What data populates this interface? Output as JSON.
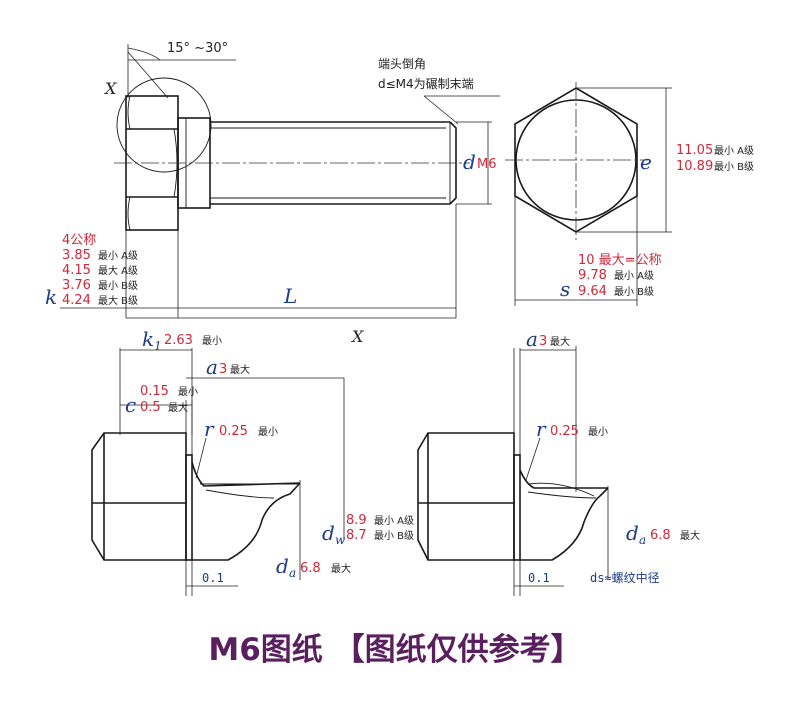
{
  "title": "M6图纸  【图纸仅供参考】",
  "top_view": {
    "angle_label": "15° ~30°",
    "detail_marker": "X",
    "note_line1": "端头倒角",
    "note_line2": "d≤M4为碾制末端",
    "d_symbol": "d",
    "d_value": "M6",
    "e_symbol": "e",
    "e_a_value": "11.05",
    "e_a_grade": "最小 A级",
    "e_b_value": "10.89",
    "e_b_grade": "最小 B级",
    "k_symbol": "k",
    "k_nominal": "4公称",
    "k_rows": [
      {
        "value": "3.85",
        "grade": "最小 A级"
      },
      {
        "value": "4.15",
        "grade": "最大 A级"
      },
      {
        "value": "3.76",
        "grade": "最小 B级"
      },
      {
        "value": "4.24",
        "grade": "最大 B级"
      }
    ],
    "l_symbol": "L",
    "x_symbol": "X",
    "s_symbol": "s",
    "s_nominal": "10 最大=公称",
    "s_rows": [
      {
        "value": "9.78",
        "grade": "最小 A级"
      },
      {
        "value": "9.64",
        "grade": "最小 B级"
      }
    ]
  },
  "detail_left": {
    "k1_symbol": "k",
    "k1_sub": "1",
    "k1_value": "2.63",
    "k1_note": "最小",
    "a_symbol": "a",
    "a_value": "3",
    "a_note": "最大",
    "c_symbol": "c",
    "c_min_value": "0.15",
    "c_min_note": "最小",
    "c_max_value": "0.5",
    "c_max_note": "最大",
    "r_symbol": "r",
    "r_value": "0.25",
    "r_note": "最小",
    "dw_symbol": "d",
    "dw_sub": "w",
    "dw_a_value": "8.9",
    "dw_a_note": "最小 A级",
    "dw_b_value": "8.7",
    "dw_b_note": "最小 B级",
    "da_symbol": "d",
    "da_sub": "a",
    "da_value": "6.8",
    "da_note": "最大",
    "gap_value": "0.1"
  },
  "detail_right": {
    "a_symbol": "a",
    "a_value": "3",
    "a_note": "最大",
    "r_symbol": "r",
    "r_value": "0.25",
    "r_note": "最小",
    "da_symbol": "d",
    "da_sub": "a",
    "da_value": "6.8",
    "da_note": "最大",
    "ds_note": "ds≈螺纹中径",
    "gap_value": "0.1"
  },
  "colors": {
    "value_red": "#d0283a",
    "symbol_blue": "#1f3a8c",
    "title_purple": "#5a1f5e"
  }
}
